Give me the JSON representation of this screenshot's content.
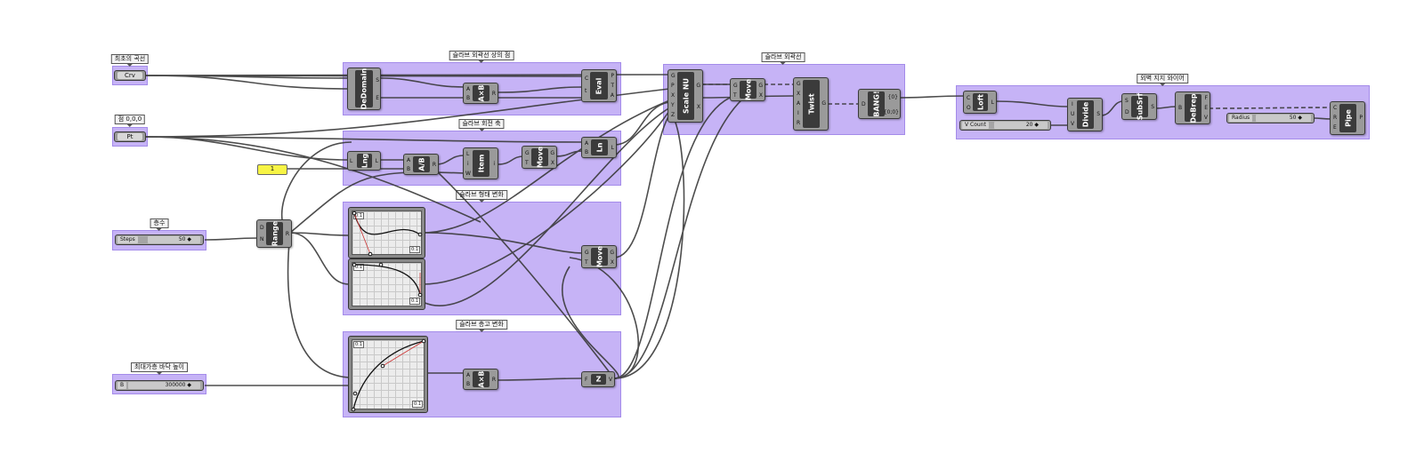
{
  "groups": {
    "first_curve": "최초의 곡선",
    "point": "점 0,0,0",
    "count": "층수",
    "tallest_floor": "최대가층 바닥 높이",
    "outline_points": "슬라브 외곽선 상의 점",
    "rotation_axis": "슬라브 회전 축",
    "shape_change": "슬라브 형태 변화",
    "height_change": "슬라브 층고 변화",
    "slab_outline": "슬라브 외곽선",
    "exterior_wire": "외벽 지지 와이어"
  },
  "params": {
    "crv": "Crv",
    "pt": "Pt",
    "panel_value": "1"
  },
  "sliders": {
    "steps": {
      "name": "Steps",
      "value": "50 ◆"
    },
    "height": {
      "name": "B",
      "value": "300000 ◆"
    },
    "vcount": {
      "name": "V Count",
      "value": "20 ◆"
    },
    "radius": {
      "name": "Radius",
      "value": "50 ◆"
    }
  },
  "components": {
    "dedomain": {
      "title": "DeDomain",
      "inputs": [
        "",
        ""
      ],
      "outputs": [
        "S",
        "E"
      ]
    },
    "axb1": {
      "title": "A×B",
      "inputs": [
        "A",
        "B"
      ],
      "outputs": [
        "R"
      ]
    },
    "eval": {
      "title": "Eval",
      "inputs": [
        "C",
        "t"
      ],
      "outputs": [
        "P",
        "T",
        "A"
      ]
    },
    "lng": {
      "title": "Lng",
      "inputs": [
        "L"
      ],
      "outputs": [
        "L"
      ]
    },
    "adivb": {
      "title": "A/B",
      "inputs": [
        "A",
        "B"
      ],
      "outputs": [
        "R"
      ]
    },
    "item": {
      "title": "Item",
      "inputs": [
        "L",
        "i",
        "W"
      ],
      "outputs": [
        "i"
      ]
    },
    "move1": {
      "title": "Move",
      "inputs": [
        "G",
        "T"
      ],
      "outputs": [
        "G",
        "X"
      ]
    },
    "ln": {
      "title": "Ln",
      "inputs": [
        "A",
        "B"
      ],
      "outputs": [
        "L"
      ]
    },
    "range": {
      "title": "Range",
      "inputs": [
        "D",
        "N"
      ],
      "outputs": [
        "R"
      ]
    },
    "move2": {
      "title": "Move",
      "inputs": [
        "G",
        "T"
      ],
      "outputs": [
        "G",
        "X"
      ]
    },
    "axb2": {
      "title": "A×B",
      "inputs": [
        "A",
        "B"
      ],
      "outputs": [
        "R"
      ]
    },
    "z": {
      "title": "Z",
      "inputs": [
        "F"
      ],
      "outputs": [
        "V"
      ]
    },
    "scalenu": {
      "title": "Scale NU",
      "inputs": [
        "G",
        "P",
        "X",
        "Y",
        "Z"
      ],
      "outputs": [
        "G",
        "X"
      ]
    },
    "move3": {
      "title": "Move",
      "inputs": [
        "G",
        "T"
      ],
      "outputs": [
        "G",
        "X"
      ]
    },
    "twist": {
      "title": "Twist",
      "inputs": [
        "G",
        "X",
        "A",
        "I",
        "R"
      ],
      "outputs": [
        "G"
      ]
    },
    "bang": {
      "title": "BANG!",
      "inputs": [
        "D"
      ],
      "outputs": [
        "{0}",
        "{0;0}"
      ]
    },
    "loft": {
      "title": "Loft",
      "inputs": [
        "C",
        "O"
      ],
      "outputs": [
        "L"
      ]
    },
    "divide": {
      "title": "Divide",
      "inputs": [
        "I",
        "U",
        "V"
      ],
      "outputs": [
        "S"
      ]
    },
    "subsrf": {
      "title": "SubSrf",
      "inputs": [
        "S",
        "D"
      ],
      "outputs": [
        "S"
      ]
    },
    "debrep": {
      "title": "DeBrep",
      "inputs": [
        "B"
      ],
      "outputs": [
        "F",
        "E",
        "V"
      ]
    },
    "pipe": {
      "title": "Pipe",
      "inputs": [
        "C",
        "R",
        "E"
      ],
      "outputs": [
        "P"
      ]
    }
  },
  "graphs": {
    "range_label": "0:1"
  },
  "colors": {
    "group_fill": "#c6b3f6",
    "wire": "#3a3a3a",
    "panel": "#f7f445"
  }
}
